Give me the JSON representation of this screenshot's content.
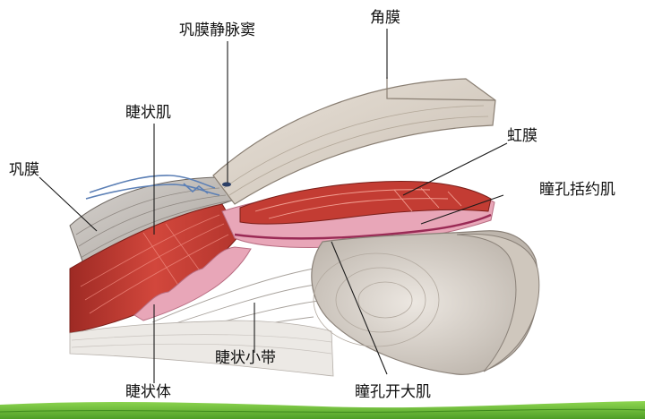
{
  "labels": {
    "cornea": "角膜",
    "scleral_venous_sinus": "巩膜静脉窦",
    "ciliary_muscle": "睫状肌",
    "iris": "虹膜",
    "sclera": "巩膜",
    "sphincter_pupillae": "瞳孔括约肌",
    "zonular_fibers": "睫状小带",
    "ciliary_body": "睫状体",
    "dilator_pupillae": "瞳孔开大肌"
  },
  "colors": {
    "muscle": "#c8382f",
    "pink_tissue": "#e8a6b8",
    "sclera_gray": "#bdb8b3",
    "cornea_tan": "#d9d0c6",
    "lens": "#dcd6cf",
    "blue_vessel": "#5b7fb5",
    "grass": "#6fc23c"
  }
}
